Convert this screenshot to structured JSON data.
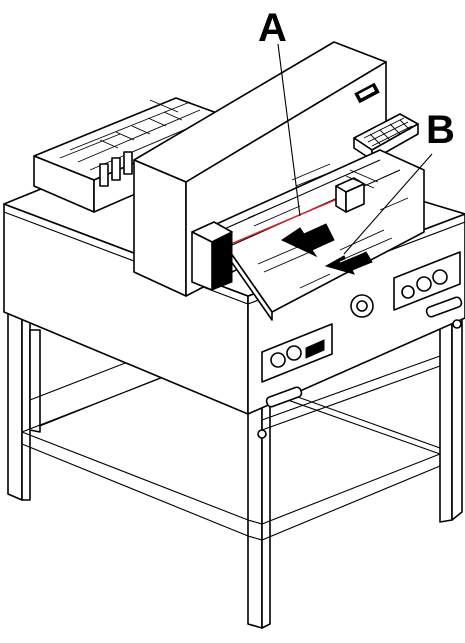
{
  "figure": {
    "callouts": [
      {
        "id": "A",
        "text": "A"
      },
      {
        "id": "B",
        "text": "B"
      }
    ]
  },
  "colors": {
    "line": "#000000",
    "background": "#ffffff",
    "cut_line": "#e0202a"
  },
  "icons": [
    "control-panel-keypad",
    "push-arrow-large",
    "push-arrow-small",
    "two-hand-button-panel",
    "handwheel"
  ]
}
